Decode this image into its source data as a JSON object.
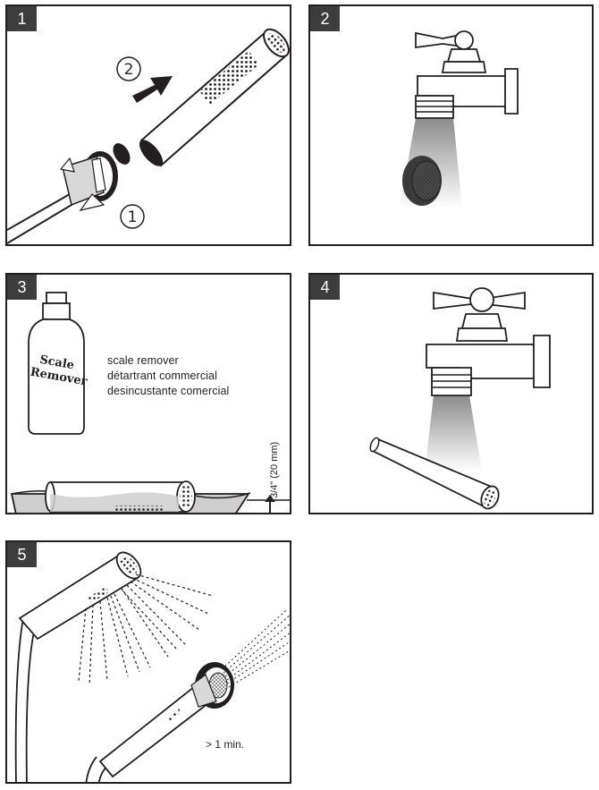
{
  "panels": [
    {
      "number": "1",
      "sub_steps": [
        "1",
        "2"
      ]
    },
    {
      "number": "2"
    },
    {
      "number": "3",
      "bottle_label": [
        "Scale",
        "Remover"
      ],
      "product_names": [
        "scale remover",
        "détartrant commercial",
        "desincustante comercial"
      ],
      "depth_fraction": "3/4\"",
      "depth_metric": "(20 mm)"
    },
    {
      "number": "4"
    },
    {
      "number": "5",
      "duration": "> 1 min."
    }
  ],
  "colors": {
    "ink": "#231f20",
    "badge_bg": "#3d3d3d",
    "water_tint": "#9a9a9a"
  }
}
